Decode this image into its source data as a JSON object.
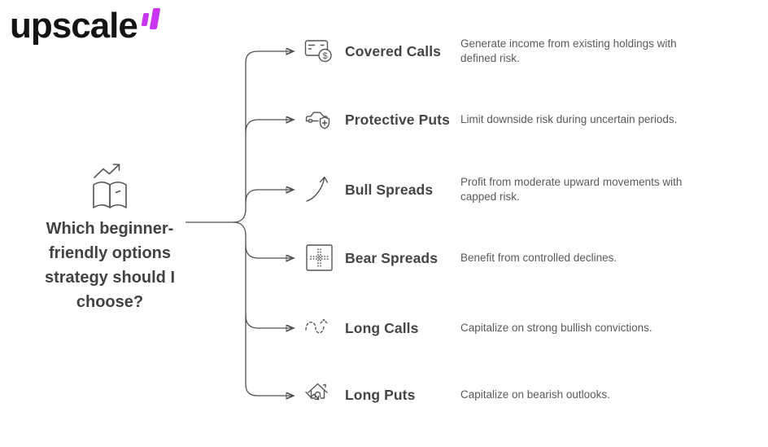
{
  "logo": {
    "text": "upscale"
  },
  "center": {
    "question": "Which beginner-friendly options strategy should I choose?",
    "icon": "open-book-trend-up-icon"
  },
  "branches": [
    {
      "title": "Covered Calls",
      "description": "Generate income from existing holdings with defined risk.",
      "icon": "credit-card-dollar-icon"
    },
    {
      "title": "Protective Puts",
      "description": "Limit downside risk during uncertain periods.",
      "icon": "car-shield-plus-icon"
    },
    {
      "title": "Bull Spreads",
      "description": "Profit from moderate upward movements with capped risk.",
      "icon": "curve-up-arrow-icon"
    },
    {
      "title": "Bear Spreads",
      "description": "Benefit from controlled declines.",
      "icon": "dotted-cross-square-icon"
    },
    {
      "title": "Long Calls",
      "description": "Capitalize on strong bullish convictions.",
      "icon": "dashed-wave-up-arrow-icon"
    },
    {
      "title": "Long Puts",
      "description": "Capitalize on bearish outlooks.",
      "icon": "house-down-arrow-icon"
    }
  ],
  "icons": {
    "dollar_glyph": "$"
  },
  "colors": {
    "accent": "#c935f2",
    "line": "#4f4f4f",
    "title_text": "#454545",
    "description_text": "#5a5a5a",
    "logo_text": "#141414"
  }
}
